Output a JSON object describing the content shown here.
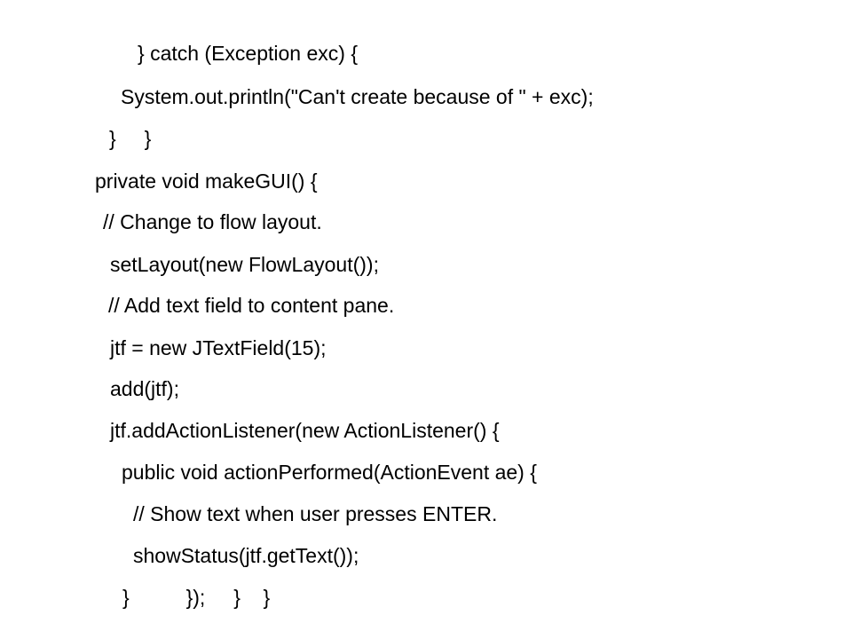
{
  "code_lines": [
    "} catch (Exception exc) {",
    "System.out.println(\"Can't create because of \" + exc);",
    "}     }",
    "private void makeGUI() {",
    "// Change to flow layout.",
    "setLayout(new FlowLayout());",
    "// Add text field to content pane.",
    "jtf = new JTextField(15);",
    "add(jtf);",
    "jtf.addActionListener(new ActionListener() {",
    "public void actionPerformed(ActionEvent ae) {",
    "// Show text when user presses ENTER.",
    "showStatus(jtf.getText());",
    "}          });     }    }"
  ]
}
